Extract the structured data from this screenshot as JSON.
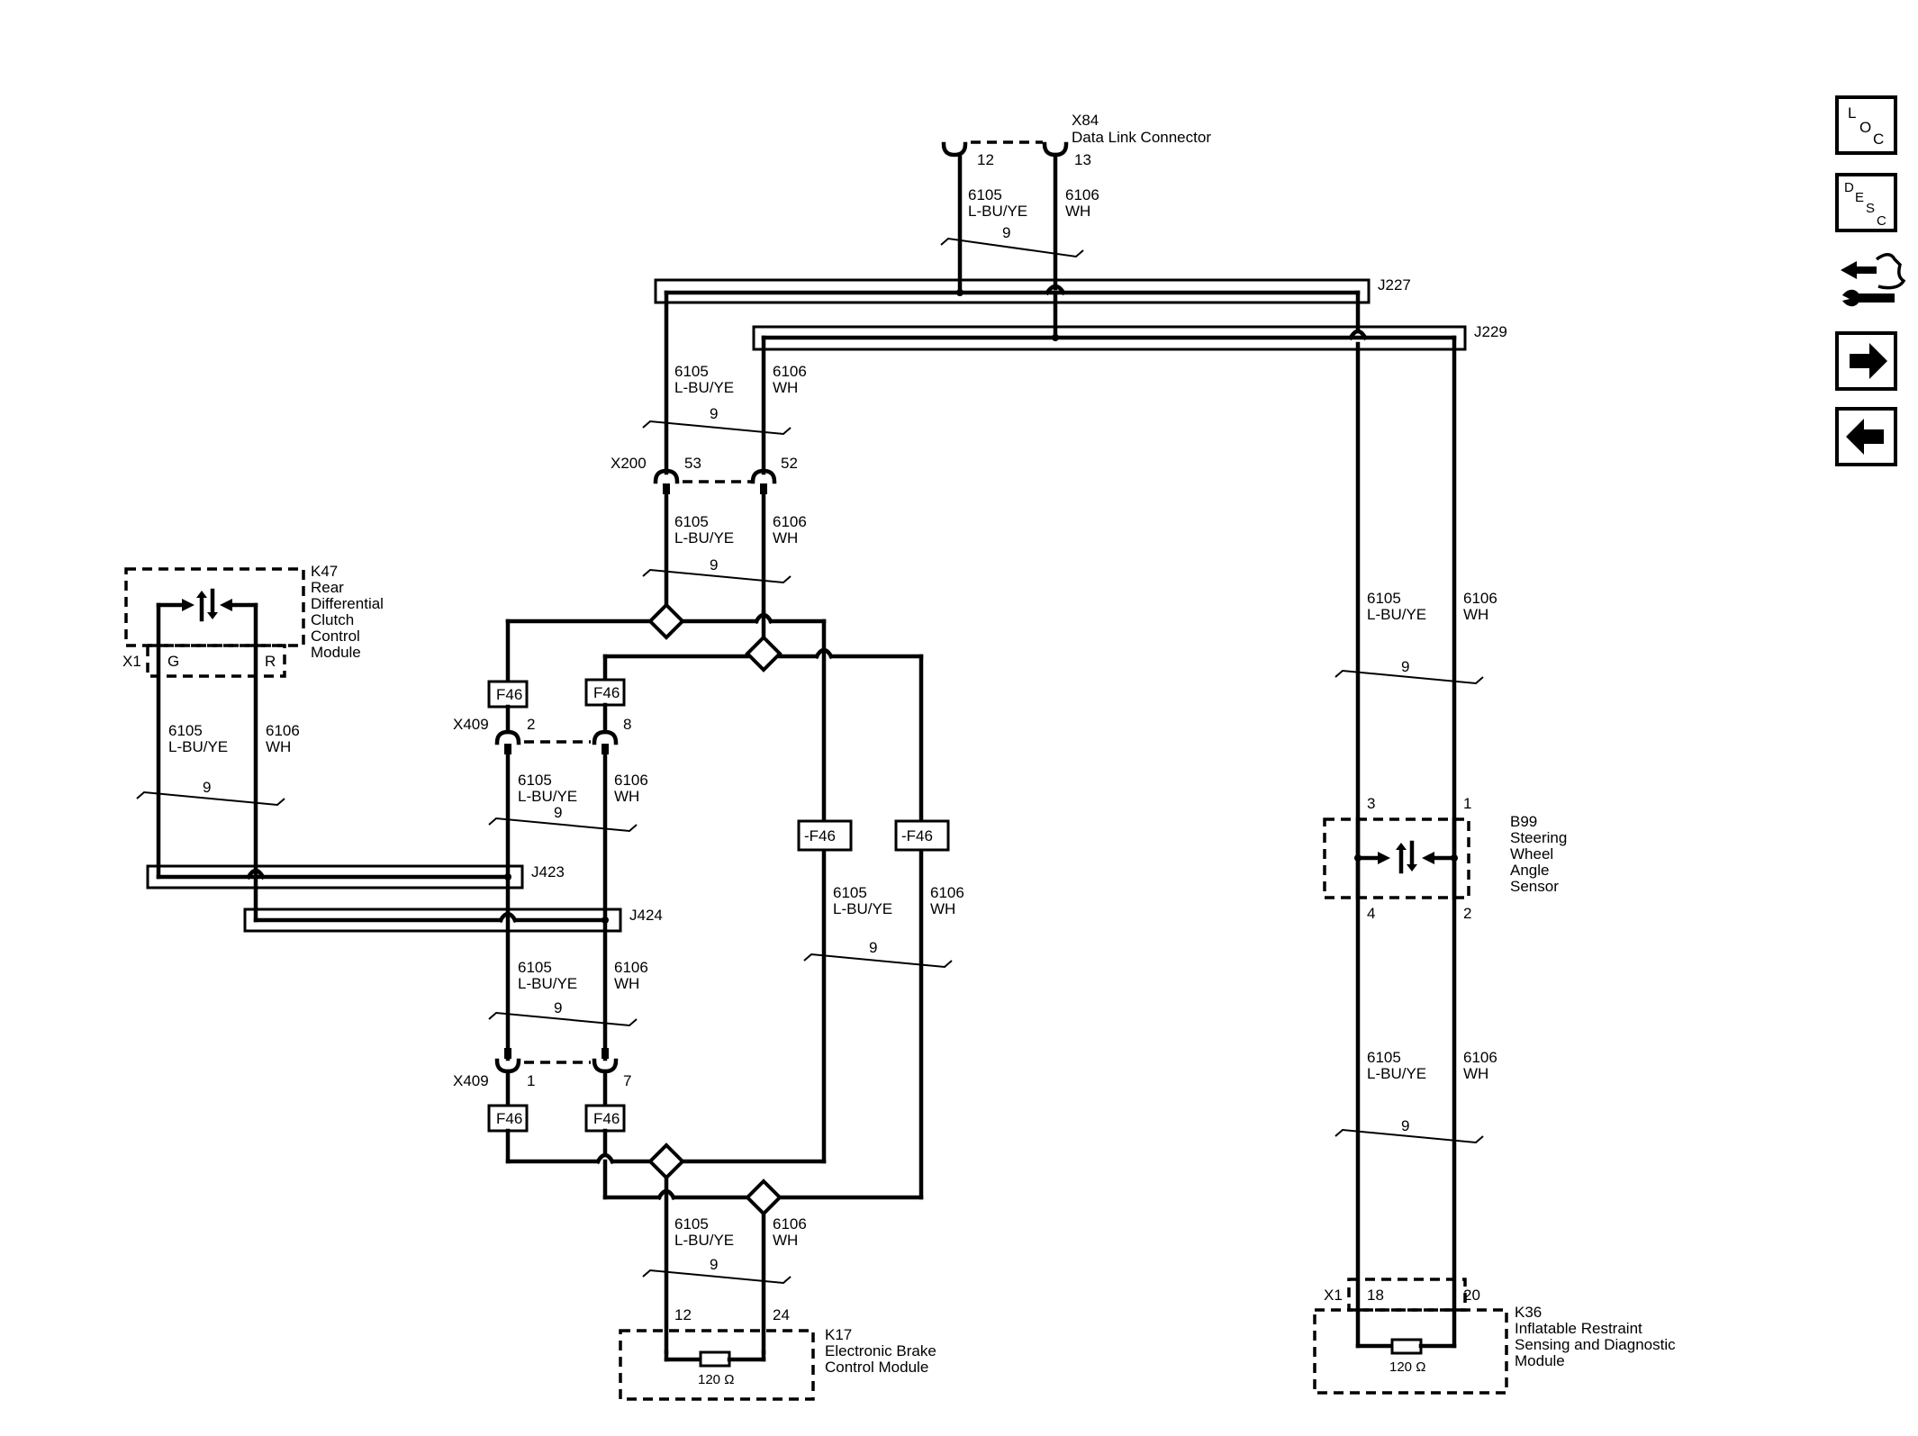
{
  "colors": {
    "line": "#000000",
    "background": "#ffffff"
  },
  "circuits": {
    "can_hi": {
      "number": "6105",
      "color": "L-BU/YE"
    },
    "can_lo": {
      "number": "6106",
      "color": "WH"
    },
    "twist": "9",
    "fuse_code": "F46",
    "fuse_code_neg": "-F46"
  },
  "components": {
    "x84": {
      "id": "X84",
      "name": "Data Link Connector",
      "pin_a": "12",
      "pin_b": "13"
    },
    "x200": {
      "id": "X200",
      "pin_a": "53",
      "pin_b": "52"
    },
    "x409_top": {
      "id": "X409",
      "pin_a": "2",
      "pin_b": "8"
    },
    "x409_bot": {
      "id": "X409",
      "pin_a": "1",
      "pin_b": "7"
    },
    "k47": {
      "id": "K47",
      "line1": "Rear",
      "line2": "Differential",
      "line3": "Clutch",
      "line4": "Control",
      "line5": "Module",
      "conn": "X1",
      "pin_a": "G",
      "pin_b": "R"
    },
    "b99": {
      "id": "B99",
      "line1": "Steering",
      "line2": "Wheel",
      "line3": "Angle",
      "line4": "Sensor",
      "pin_tl": "3",
      "pin_tr": "1",
      "pin_bl": "4",
      "pin_br": "2"
    },
    "k17": {
      "id": "K17",
      "line1": "Electronic Brake",
      "line2": "Control Module",
      "pin_a": "12",
      "pin_b": "24",
      "resistor": "120 Ω"
    },
    "k36": {
      "id": "K36",
      "line1": "Inflatable Restraint",
      "line2": "Sensing and Diagnostic",
      "line3": "Module",
      "conn": "X1",
      "pin_a": "18",
      "pin_b": "20",
      "resistor": "120 Ω"
    },
    "j227": "J227",
    "j229": "J229",
    "j423": "J423",
    "j424": "J424"
  },
  "sidebar": {
    "loc": {
      "l1": "L",
      "l2": "O",
      "l3": "C"
    },
    "desc": {
      "l1": "D",
      "l2": "E",
      "l3": "S",
      "l4": "C"
    },
    "icons": [
      "connector-repair-icon",
      "next-arrow-icon",
      "previous-arrow-icon"
    ]
  }
}
